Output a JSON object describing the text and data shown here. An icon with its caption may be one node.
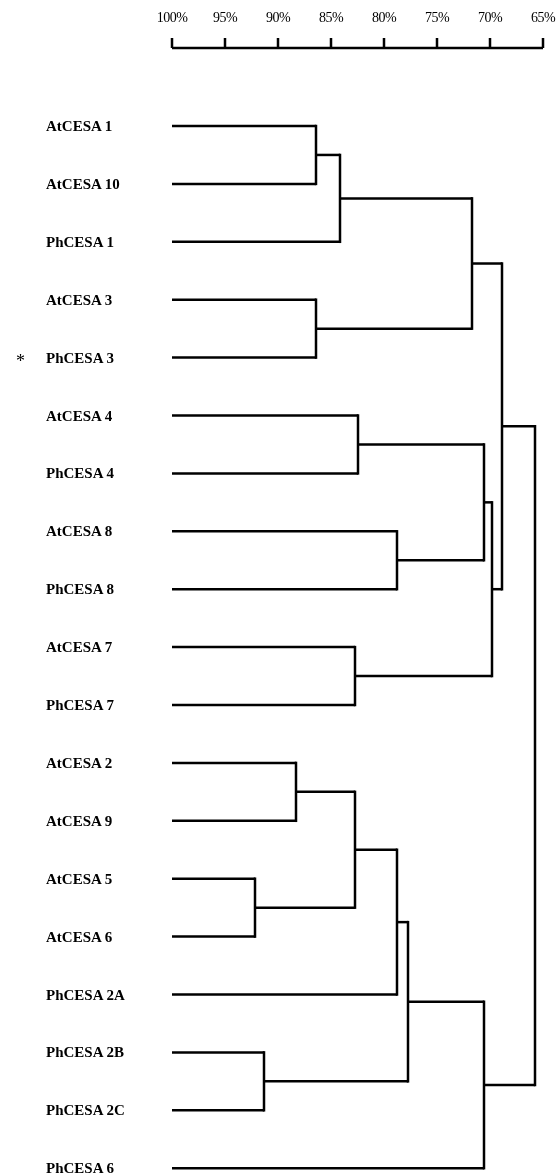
{
  "diagram": {
    "nodes": [
      {
        "text": [
          "AtCESA 1"
        ]
      },
      {
        "text": [
          "AtCESA 10"
        ]
      },
      {
        "text": [
          "PhCESA 1"
        ]
      },
      {
        "text": [
          "AtCESA 3"
        ]
      },
      {
        "text": [
          "PhCESA 3"
        ],
        "beside": [
          "*"
        ]
      },
      {
        "text": [
          "AtCESA 4"
        ]
      },
      {
        "text": [
          "PhCESA 4"
        ]
      },
      {
        "text": [
          "AtCESA 8"
        ]
      },
      {
        "text": [
          "PhCESA 8"
        ]
      },
      {
        "text": [
          "AtCESA 7"
        ]
      },
      {
        "text": [
          "PhCESA 7"
        ]
      },
      {
        "text": [
          "AtCESA 2"
        ]
      },
      {
        "text": [
          "AtCESA 9"
        ]
      },
      {
        "text": [
          "AtCESA 5"
        ]
      },
      {
        "text": [
          "AtCESA 6"
        ]
      },
      {
        "text": [
          "PhCESA 2A"
        ]
      },
      {
        "text": [
          "PhCESA 2B"
        ]
      },
      {
        "text": [
          "PhCESA 2C"
        ]
      },
      {
        "text": [
          "PhCESA 6"
        ]
      },
      {
        "text": [],
        "shape": "bar"
      },
      {
        "text": [],
        "shape": "bar"
      },
      {
        "text": [],
        "shape": "bar"
      },
      {
        "text": [],
        "shape": "bar"
      },
      {
        "text": [],
        "shape": "bar"
      },
      {
        "text": [],
        "shape": "bar"
      },
      {
        "text": [],
        "shape": "bar"
      },
      {
        "text": [],
        "shape": "bar"
      },
      {
        "text": [],
        "shape": "bar"
      },
      {
        "text": [],
        "shape": "bar"
      },
      {
        "text": [],
        "shape": "bar"
      },
      {
        "text": [],
        "shape": "bar"
      },
      {
        "text": [],
        "shape": "bar"
      },
      {
        "text": [],
        "shape": "bar"
      },
      {
        "text": [],
        "shape": "bar"
      },
      {
        "text": [],
        "shape": "bar"
      },
      {
        "text": [],
        "shape": "bar"
      },
      {
        "text": [],
        "shape": "bar"
      }
    ],
    "edges": [
      {
        "from": 0,
        "to": 19,
        "arrow": "none"
      },
      {
        "from": 1,
        "to": 19,
        "arrow": "none"
      },
      {
        "from": 19,
        "to": 20,
        "arrow": "none"
      },
      {
        "from": 2,
        "to": 20,
        "arrow": "none"
      },
      {
        "from": 3,
        "to": 21,
        "arrow": "none"
      },
      {
        "from": 4,
        "to": 21,
        "arrow": "none"
      },
      {
        "from": 20,
        "to": 22,
        "arrow": "none"
      },
      {
        "from": 21,
        "to": 22,
        "arrow": "none"
      },
      {
        "from": 5,
        "to": 23,
        "arrow": "none"
      },
      {
        "from": 6,
        "to": 23,
        "arrow": "none"
      },
      {
        "from": 7,
        "to": 24,
        "arrow": "none"
      },
      {
        "from": 8,
        "to": 24,
        "arrow": "none"
      },
      {
        "from": 23,
        "to": 25,
        "arrow": "none"
      },
      {
        "from": 24,
        "to": 25,
        "arrow": "none"
      },
      {
        "from": 9,
        "to": 26,
        "arrow": "none"
      },
      {
        "from": 10,
        "to": 26,
        "arrow": "none"
      },
      {
        "from": 25,
        "to": 27,
        "arrow": "none"
      },
      {
        "from": 26,
        "to": 27,
        "arrow": "none"
      },
      {
        "from": 22,
        "to": 28,
        "arrow": "none"
      },
      {
        "from": 27,
        "to": 28,
        "arrow": "none"
      },
      {
        "from": 11,
        "to": 29,
        "arrow": "none"
      },
      {
        "from": 12,
        "to": 29,
        "arrow": "none"
      },
      {
        "from": 13,
        "to": 30,
        "arrow": "none"
      },
      {
        "from": 14,
        "to": 30,
        "arrow": "none"
      },
      {
        "from": 29,
        "to": 31,
        "arrow": "none"
      },
      {
        "from": 30,
        "to": 31,
        "arrow": "none"
      },
      {
        "from": 31,
        "to": 32,
        "arrow": "none"
      },
      {
        "from": 15,
        "to": 32,
        "arrow": "none"
      },
      {
        "from": 16,
        "to": 33,
        "arrow": "none"
      },
      {
        "from": 17,
        "to": 33,
        "arrow": "none"
      },
      {
        "from": 32,
        "to": 34,
        "arrow": "none"
      },
      {
        "from": 33,
        "to": 34,
        "arrow": "none"
      },
      {
        "from": 34,
        "to": 35,
        "arrow": "none"
      },
      {
        "from": 18,
        "to": 35,
        "arrow": "none"
      },
      {
        "from": 28,
        "to": 36,
        "arrow": "none"
      },
      {
        "from": 35,
        "to": 36,
        "arrow": "none"
      }
    ],
    "labels": [
      "100%",
      "95%",
      "90%",
      "85%",
      "80%",
      "75%",
      "70%",
      "65%"
    ]
  }
}
